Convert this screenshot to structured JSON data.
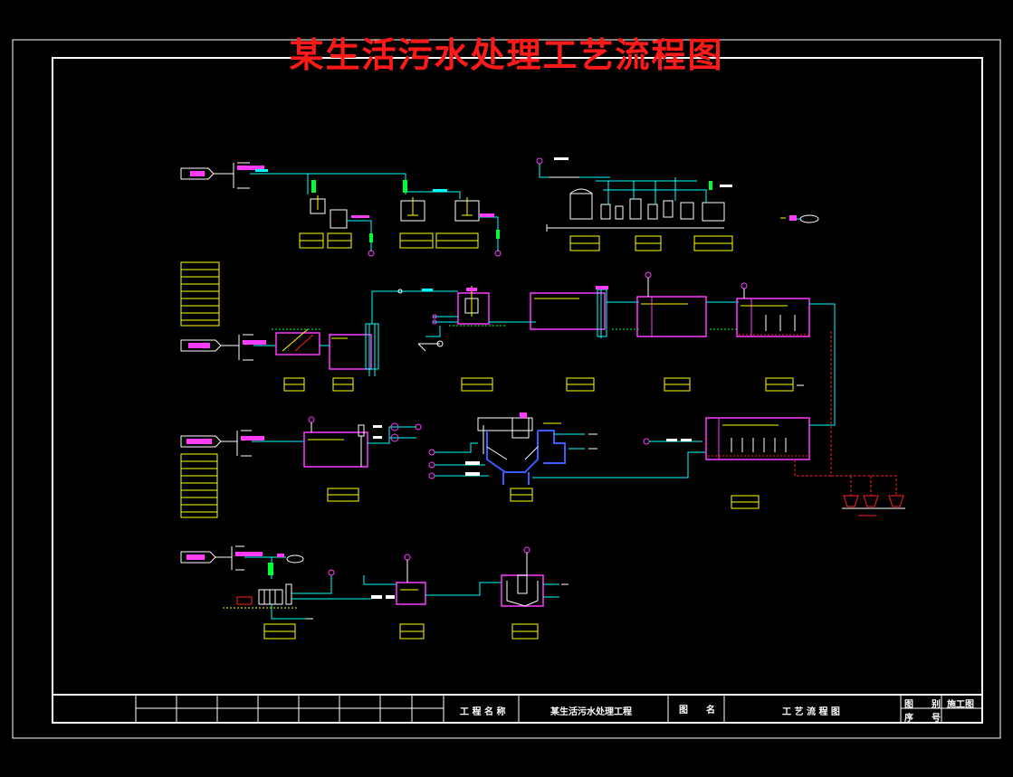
{
  "title": "某生活污水处理工艺流程图",
  "title_block": {
    "project_label": "工 程 名 称",
    "project_name": "某生活污水处理工程",
    "drawing_label": "图　　名",
    "drawing_name": "工 艺 流 程 图",
    "category_label": "图　　别",
    "category_value": "施工图",
    "sequence_label": "序　　号"
  },
  "colors": {
    "background": "#000000",
    "frame": "#ffffff",
    "title": "#ff1a1a",
    "pipe": "#00ffff",
    "equipment": "#ff3bff",
    "label": "#ffff00",
    "sludge": "#ff2020",
    "accent_blue": "#3a5bff",
    "green": "#00ff33"
  },
  "icons": [
    "valve-icon",
    "pump-icon",
    "mixer-icon",
    "arrow-icon",
    "tank-icon"
  ]
}
